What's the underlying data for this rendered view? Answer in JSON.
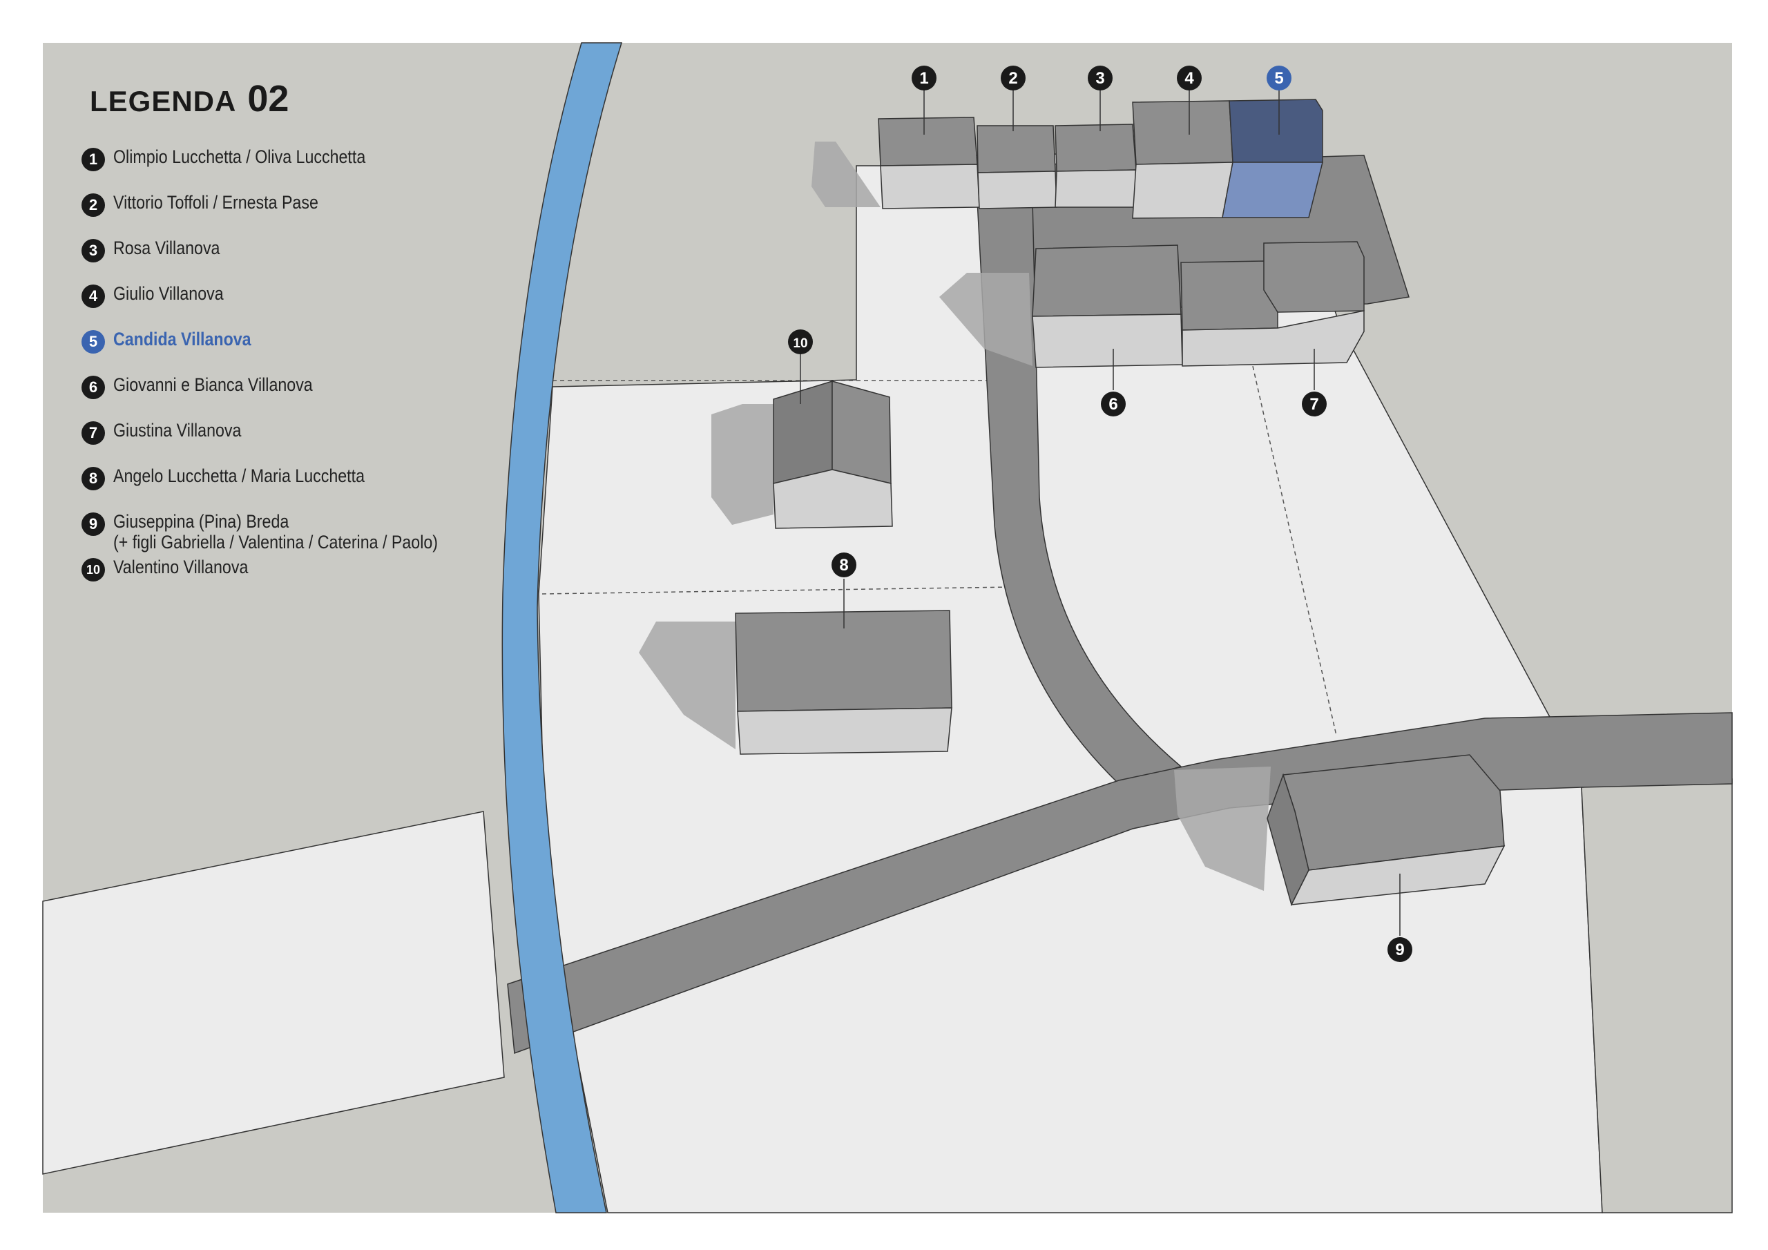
{
  "legend": {
    "title_word": "LEGENDA",
    "title_number": "02",
    "items": [
      {
        "num": "1",
        "lines": [
          "Olimpio Lucchetta / Oliva Lucchetta"
        ]
      },
      {
        "num": "2",
        "lines": [
          "Vittorio Toffoli / Ernesta Pase"
        ]
      },
      {
        "num": "3",
        "lines": [
          "Rosa Villanova"
        ]
      },
      {
        "num": "4",
        "lines": [
          "Giulio Villanova"
        ]
      },
      {
        "num": "5",
        "lines": [
          "Candida Villanova"
        ],
        "highlight": true
      },
      {
        "num": "6",
        "lines": [
          "Giovanni e Bianca Villanova"
        ]
      },
      {
        "num": "7",
        "lines": [
          "Giustina Villanova"
        ]
      },
      {
        "num": "8",
        "lines": [
          "Angelo Lucchetta / Maria Lucchetta"
        ]
      },
      {
        "num": "9",
        "lines": [
          "Giuseppina (Pina) Breda",
          "(+ figli Gabriella / Valentina / Caterina / Paolo)"
        ]
      },
      {
        "num": "10",
        "lines": [
          "Valentino Villanova"
        ]
      }
    ]
  },
  "map_markers": [
    "1",
    "2",
    "3",
    "4",
    "5",
    "6",
    "7",
    "8",
    "9",
    "10"
  ],
  "colors": {
    "field_dark": "#cacac5",
    "field_light": "#ececec",
    "river": "#6fa6d6",
    "road": "#8a8a8a",
    "roof": "#8e8e8e",
    "wall": "#d2d2d2",
    "shadow": "#a8a8a8",
    "highlight_roof": "#4a5b80",
    "highlight_wall": "#7a91c0",
    "highlight_badge": "#3a64b0",
    "badge": "#1a1a1a"
  }
}
